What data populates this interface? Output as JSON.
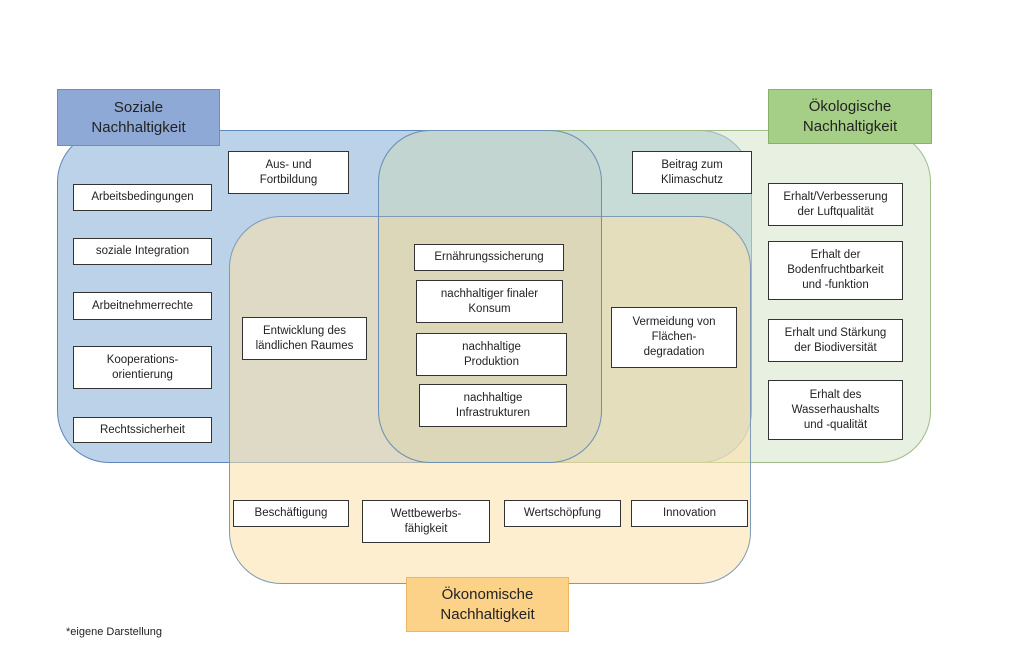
{
  "headers": {
    "social": "Soziale\nNachhaltigkeit",
    "ecological": "Ökologische\nNachhaltigkeit",
    "economic": "Ökonomische\nNachhaltigkeit"
  },
  "social_items": [
    "Arbeitsbedingungen",
    "soziale Integration",
    "Arbeitnehmerrechte",
    "Kooperations-\norientierung",
    "Rechtssicherheit"
  ],
  "social_ecological_item": "Aus- und\nFortbildung",
  "social_economic_item": "Entwicklung des\nländlichen Raumes",
  "core_items": [
    "Ernährungssicherung",
    "nachhaltiger finaler\nKonsum",
    "nachhaltige\nProduktion",
    "nachhaltige\nInfrastrukturen"
  ],
  "ecological_only_item": "Beitrag zum\nKlimaschutz",
  "ecological_economic_item": "Vermeidung von\nFlächen-\ndegradation",
  "ecological_items": [
    "Erhalt/Verbesserung\nder Luftqualität",
    "Erhalt  der\nBodenfruchtbarkeit\nund -funktion",
    "Erhalt und Stärkung\nder Biodiversität",
    "Erhalt  des\nWasserhaushalts\nund -qualität"
  ],
  "economic_items": [
    "Beschäftigung",
    "Wettbewerbs-\nfähigkeit",
    "Wertschöpfung",
    "Innovation"
  ],
  "footnote": "*eigene Darstellung"
}
